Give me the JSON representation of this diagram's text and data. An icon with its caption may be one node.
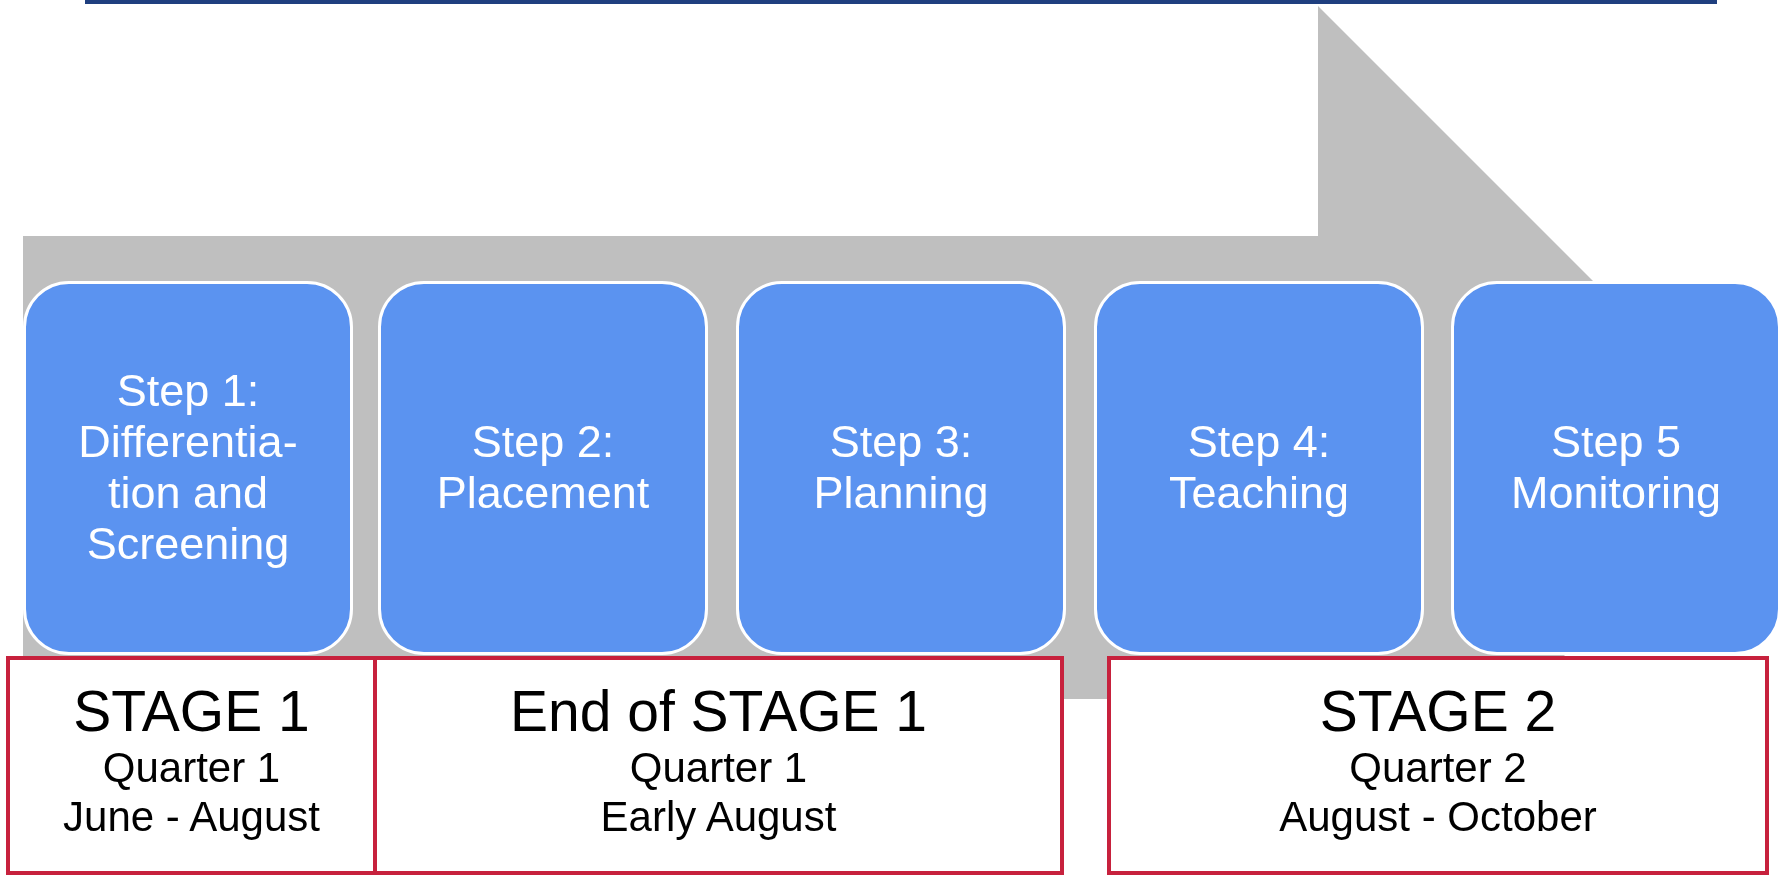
{
  "diagram": {
    "nodes": [
      {
        "text": [
          "Step 1: Differentia- tion and Screening"
        ]
      },
      {
        "text": [
          "Step 2: Placement"
        ]
      },
      {
        "text": [
          "Step 3: Planning"
        ]
      },
      {
        "text": [
          "Step 4: Teaching"
        ]
      },
      {
        "text": [
          "Step 5 Monitoring"
        ]
      },
      {
        "text": [
          "STAGE 1",
          "Quarter 1",
          "June - August"
        ]
      },
      {
        "text": [
          "End of STAGE 1",
          "Quarter 1",
          "Early August"
        ]
      },
      {
        "text": [
          "STAGE 2",
          "Quarter 2",
          "August - October"
        ]
      }
    ],
    "edges": [
      {
        "from": 0,
        "to": 4,
        "arrow": "to"
      }
    ]
  }
}
